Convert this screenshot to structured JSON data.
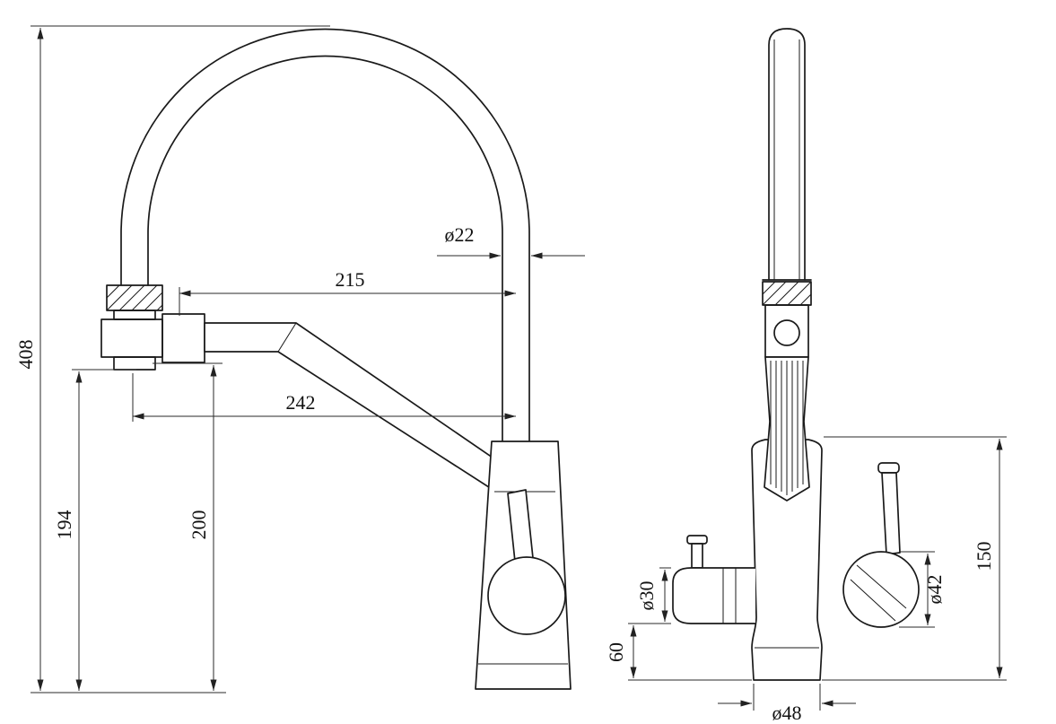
{
  "drawing": {
    "type": "technical-drawing",
    "subject": "kitchen faucet two-view dimensioned engineering drawing",
    "front_view": {
      "overall_height": "408",
      "spout_upper_reach": "215",
      "spout_arm_reach": "242",
      "arm_height": "194",
      "pivot_height": "200",
      "hose_diameter": "ø22"
    },
    "side_view": {
      "filter_lever_diameter": "ø30",
      "mixer_handle_diameter": "ø42",
      "base_section_height": "60",
      "body_height": "150",
      "base_diameter": "ø48"
    },
    "colors": {
      "line": "#1a1a1a",
      "dimension": "#2a2a2a",
      "background": "#ffffff"
    }
  }
}
